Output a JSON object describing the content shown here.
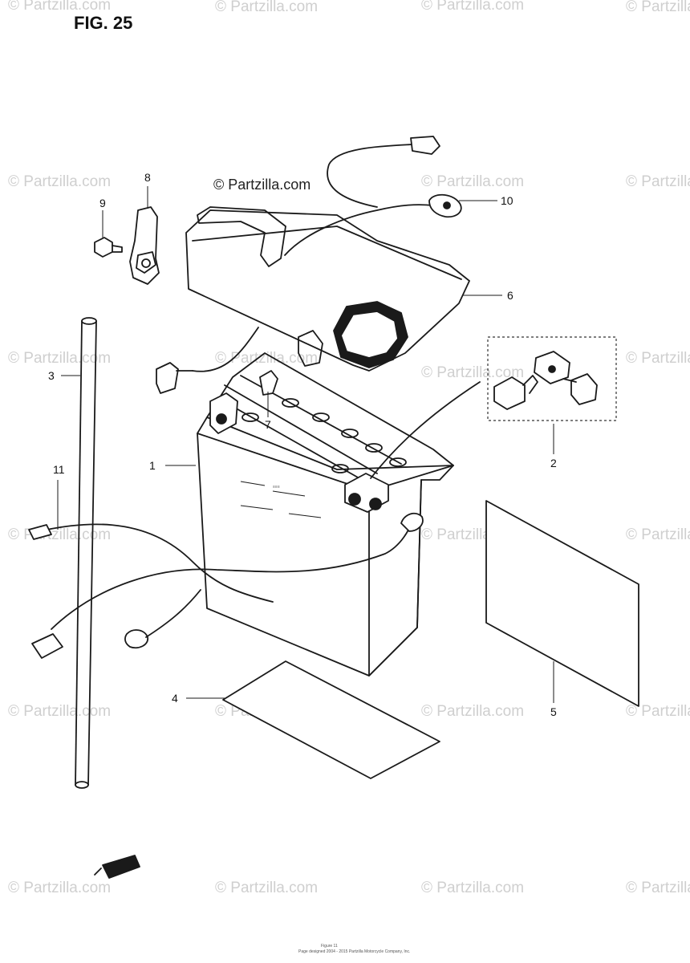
{
  "figure": {
    "title": "FIG. 25"
  },
  "brand_line": "© Partzilla.com",
  "watermark": "© Partzilla.com",
  "callouts": {
    "c1": "1",
    "c2": "2",
    "c3": "3",
    "c4": "4",
    "c5": "5",
    "c6": "6",
    "c7": "7",
    "c8": "8",
    "c9": "9",
    "c10": "10",
    "c11": "11"
  },
  "footer": {
    "line1": "Figure 11",
    "line2": "Page designed 2004 - 2015 Partzilla Motorcycle Company, Inc."
  },
  "colors": {
    "ink": "#1a1a1a",
    "watermark": "#cfcfcf",
    "background": "#ffffff"
  }
}
